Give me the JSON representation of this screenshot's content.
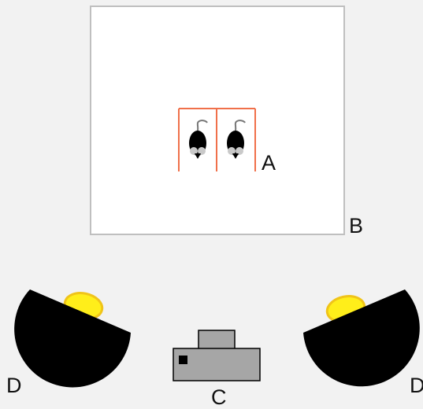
{
  "labels": {
    "chamber": "A",
    "enclosure": "B",
    "camera": "C",
    "lamp_left": "D",
    "lamp_right": "D"
  },
  "colors": {
    "background": "#f2f2f2",
    "enclosure_fill": "#ffffff",
    "enclosure_stroke": "#bfbfbf",
    "chamber_walls": "#f0704a",
    "mouse_body": "#000000",
    "mouse_tail": "#777777",
    "mouse_ears": "#c9c9c9",
    "lamp_shade": "#000000",
    "bulb_fill": "#ffee1a",
    "bulb_stroke": "#f0c419",
    "camera_fill": "#a6a6a6",
    "camera_stroke": "#000000"
  },
  "icons": [
    "mouse-icon",
    "lamp-icon",
    "camera-icon",
    "bulb-icon"
  ]
}
